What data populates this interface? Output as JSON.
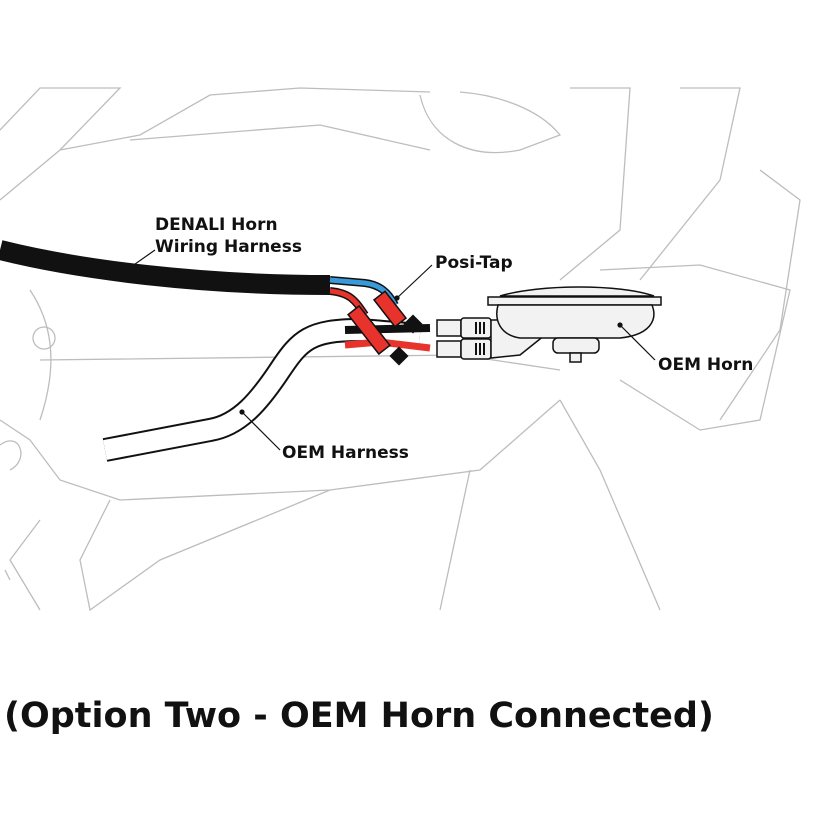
{
  "labels": {
    "denali_line1": "DENALI Horn",
    "denali_line2": "Wiring Harness",
    "posi_tap": "Posi-Tap",
    "oem_horn": "OEM Horn",
    "oem_harness": "OEM Harness"
  },
  "caption": "(Option Two - OEM Horn Connected)",
  "colors": {
    "wire_red": "#e8322c",
    "wire_blue": "#3a9ad9",
    "harness_black": "#111111",
    "outline_grey": "#bbbbbb"
  }
}
